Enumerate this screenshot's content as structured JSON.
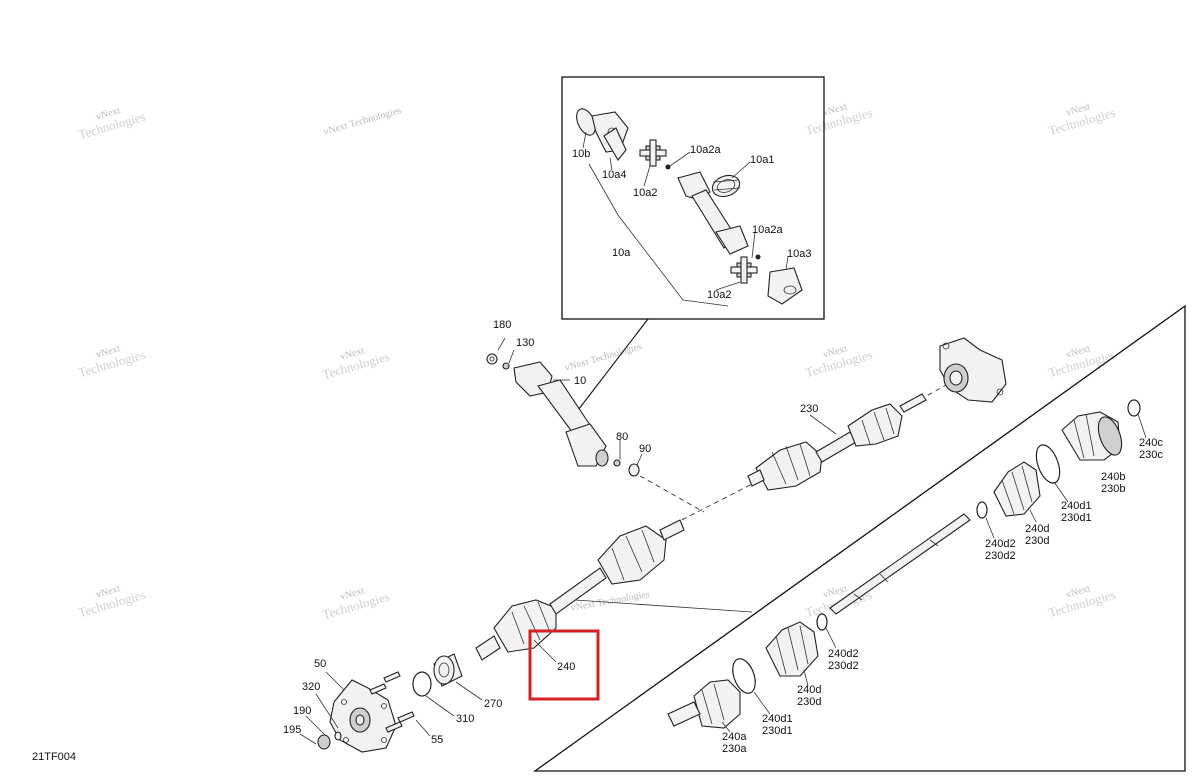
{
  "diagram_code": "21TF004",
  "watermark": {
    "line1": "vNext",
    "line2": "Technologies",
    "full": "vNext Technologies"
  },
  "highlight": {
    "label": "240",
    "color": "#d42020"
  },
  "callouts": {
    "c10b": "10b",
    "c10a4": "10a4",
    "c10a2_top": "10a2",
    "c10a2a_top": "10a2a",
    "c10a1": "10a1",
    "c10a": "10a",
    "c10a2a_bot": "10a2a",
    "c10a3": "10a3",
    "c10a2_bot": "10a2",
    "c180": "180",
    "c130": "130",
    "c10": "10",
    "c80": "80",
    "c90": "90",
    "c230": "230",
    "c240c": "240c",
    "c230c": "230c",
    "c240b": "240b",
    "c230b": "230b",
    "c240d1_top": "240d1",
    "c230d1_top": "230d1",
    "c240d_top": "240d",
    "c230d_top": "230d",
    "c240d2_top": "240d2",
    "c230d2_top": "230d2",
    "c240d2_bot": "240d2",
    "c230d2_bot": "230d2",
    "c240d_bot": "240d",
    "c230d_bot": "230d",
    "c240d1_bot": "240d1",
    "c230d1_bot": "230d1",
    "c240a": "240a",
    "c230a": "230a",
    "c50": "50",
    "c320": "320",
    "c190": "190",
    "c195": "195",
    "c55": "55",
    "c310": "310",
    "c270": "270"
  }
}
